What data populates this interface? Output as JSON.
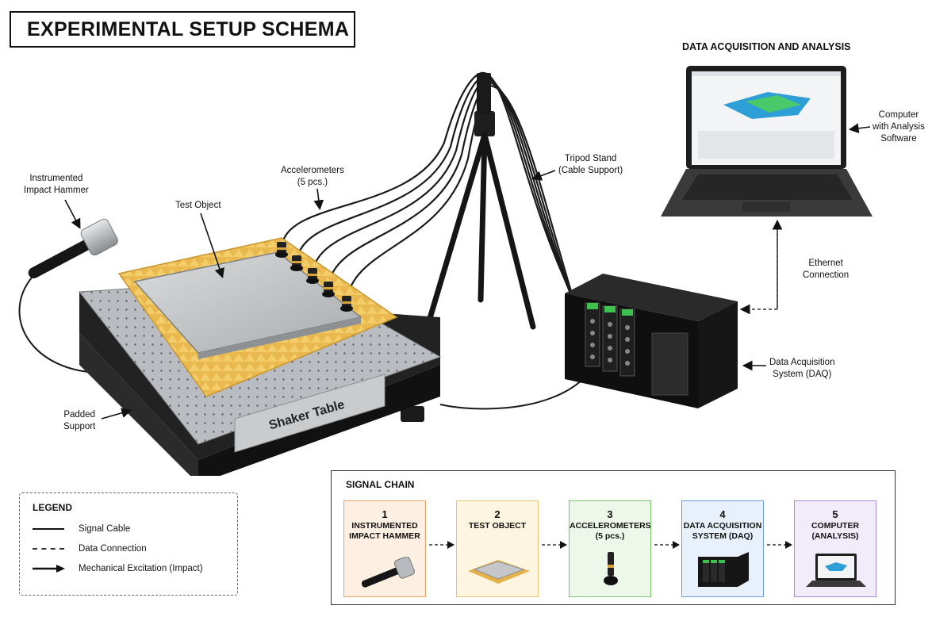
{
  "title": "EXPERIMENTAL SETUP SCHEMA",
  "daq_section_title": "DATA ACQUISITION AND ANALYSIS",
  "labels": {
    "hammer": "Instrumented\nImpact Hammer",
    "test_object": "Test Object",
    "accelerometers": "Accelerometers\n(5 pcs.)",
    "tripod": "Tripod Stand\n(Cable Support)",
    "computer": "Computer\nwith Analysis\nSoftware",
    "ethernet": "Ethernet\nConnection",
    "daq": "Data Acquisition\nSystem (DAQ)",
    "padded_support": "Padded\nSupport",
    "shaker_table": "Shaker Table"
  },
  "legend": {
    "title": "LEGEND",
    "items": [
      {
        "symbol": "solid-line",
        "label": "Signal Cable"
      },
      {
        "symbol": "dashed-line",
        "label": "Data Connection"
      },
      {
        "symbol": "arrow",
        "label": "Mechanical Excitation (Impact)"
      }
    ]
  },
  "signal_chain": {
    "title": "SIGNAL CHAIN",
    "stages": [
      {
        "num": "1",
        "name": "INSTRUMENTED\nIMPACT HAMMER",
        "icon": "hammer-icon",
        "color": "#e8a465",
        "bg": "#fdf0e2"
      },
      {
        "num": "2",
        "name": "TEST OBJECT",
        "icon": "test-object-icon",
        "color": "#e8c56e",
        "bg": "#fdf5e0"
      },
      {
        "num": "3",
        "name": "ACCELEROMETERS\n(5 pcs.)",
        "icon": "accelerometer-icon",
        "color": "#7cc36f",
        "bg": "#edf8ea"
      },
      {
        "num": "4",
        "name": "DATA ACQUISITION\nSYSTEM (DAQ)",
        "icon": "daq-icon",
        "color": "#6aa0d8",
        "bg": "#e8f1fb"
      },
      {
        "num": "5",
        "name": "COMPUTER\n(ANALYSIS)",
        "icon": "computer-icon",
        "color": "#a98ad0",
        "bg": "#f2ecfa"
      }
    ]
  }
}
